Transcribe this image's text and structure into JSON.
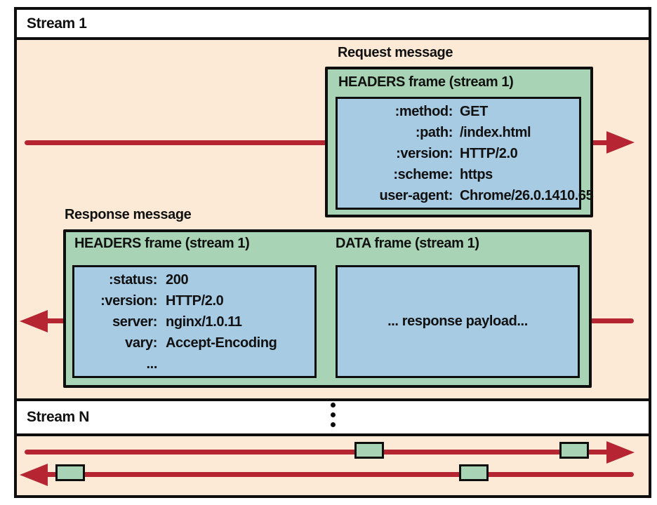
{
  "stream1": {
    "label": "Stream 1"
  },
  "streamN": {
    "label": "Stream N"
  },
  "request": {
    "message_label": "Request message",
    "frame_title": "HEADERS frame (stream 1)",
    "headers": [
      {
        "key": ":method:",
        "value": "GET"
      },
      {
        "key": ":path:",
        "value": "/index.html"
      },
      {
        "key": ":version:",
        "value": "HTTP/2.0"
      },
      {
        "key": ":scheme:",
        "value": "https"
      },
      {
        "key": "user-agent:",
        "value": "Chrome/26.0.1410.65"
      }
    ]
  },
  "response": {
    "message_label": "Response message",
    "headers_frame_title": "HEADERS frame (stream 1)",
    "data_frame_title": "DATA frame (stream 1)",
    "headers": [
      {
        "key": ":status:",
        "value": "200"
      },
      {
        "key": ":version:",
        "value": "HTTP/2.0"
      },
      {
        "key": "server:",
        "value": "nginx/1.0.11"
      },
      {
        "key": "vary:",
        "value": "Accept-Encoding"
      },
      {
        "key": "...",
        "value": ""
      }
    ],
    "data_payload": "... response payload..."
  },
  "icons": {
    "more_streams": "vertical-ellipsis",
    "request_direction": "arrow-right",
    "response_direction": "arrow-left"
  },
  "colors": {
    "background": "#fcead6",
    "frame_green": "#a8d4b5",
    "payload_blue": "#a8cbe4",
    "arrow_red": "#b52632",
    "border_black": "#0e0e0e",
    "band_white": "#ffffff"
  }
}
